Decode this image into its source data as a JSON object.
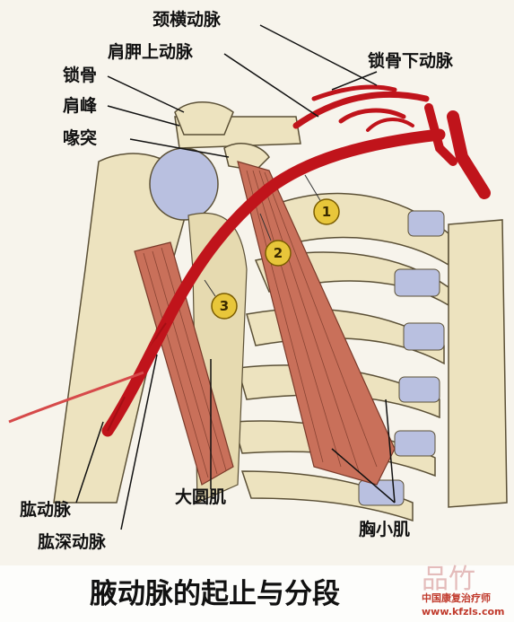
{
  "title": "腋动脉的起止与分段",
  "colors": {
    "artery": "#c0141b",
    "muscle": "#c9705a",
    "bone": "#ede3bf",
    "cartilage": "#b9c0e0",
    "marker": "#e8c63a"
  },
  "labels": {
    "transverse_cervical": "颈横动脉",
    "suprascapular": "肩胛上动脉",
    "subclavian": "锁骨下动脉",
    "clavicle": "锁骨",
    "acromion": "肩峰",
    "coracoid": "喙突",
    "brachial": "肱动脉",
    "deep_brachial": "肱深动脉",
    "teres_major": "大圆肌",
    "pectoralis_minor": "胸小肌"
  },
  "segments": [
    "1",
    "2",
    "3"
  ],
  "watermark": {
    "logo_text": "品竹",
    "org_name": "中国康复治疗师",
    "url": "www.kfzls.com"
  }
}
